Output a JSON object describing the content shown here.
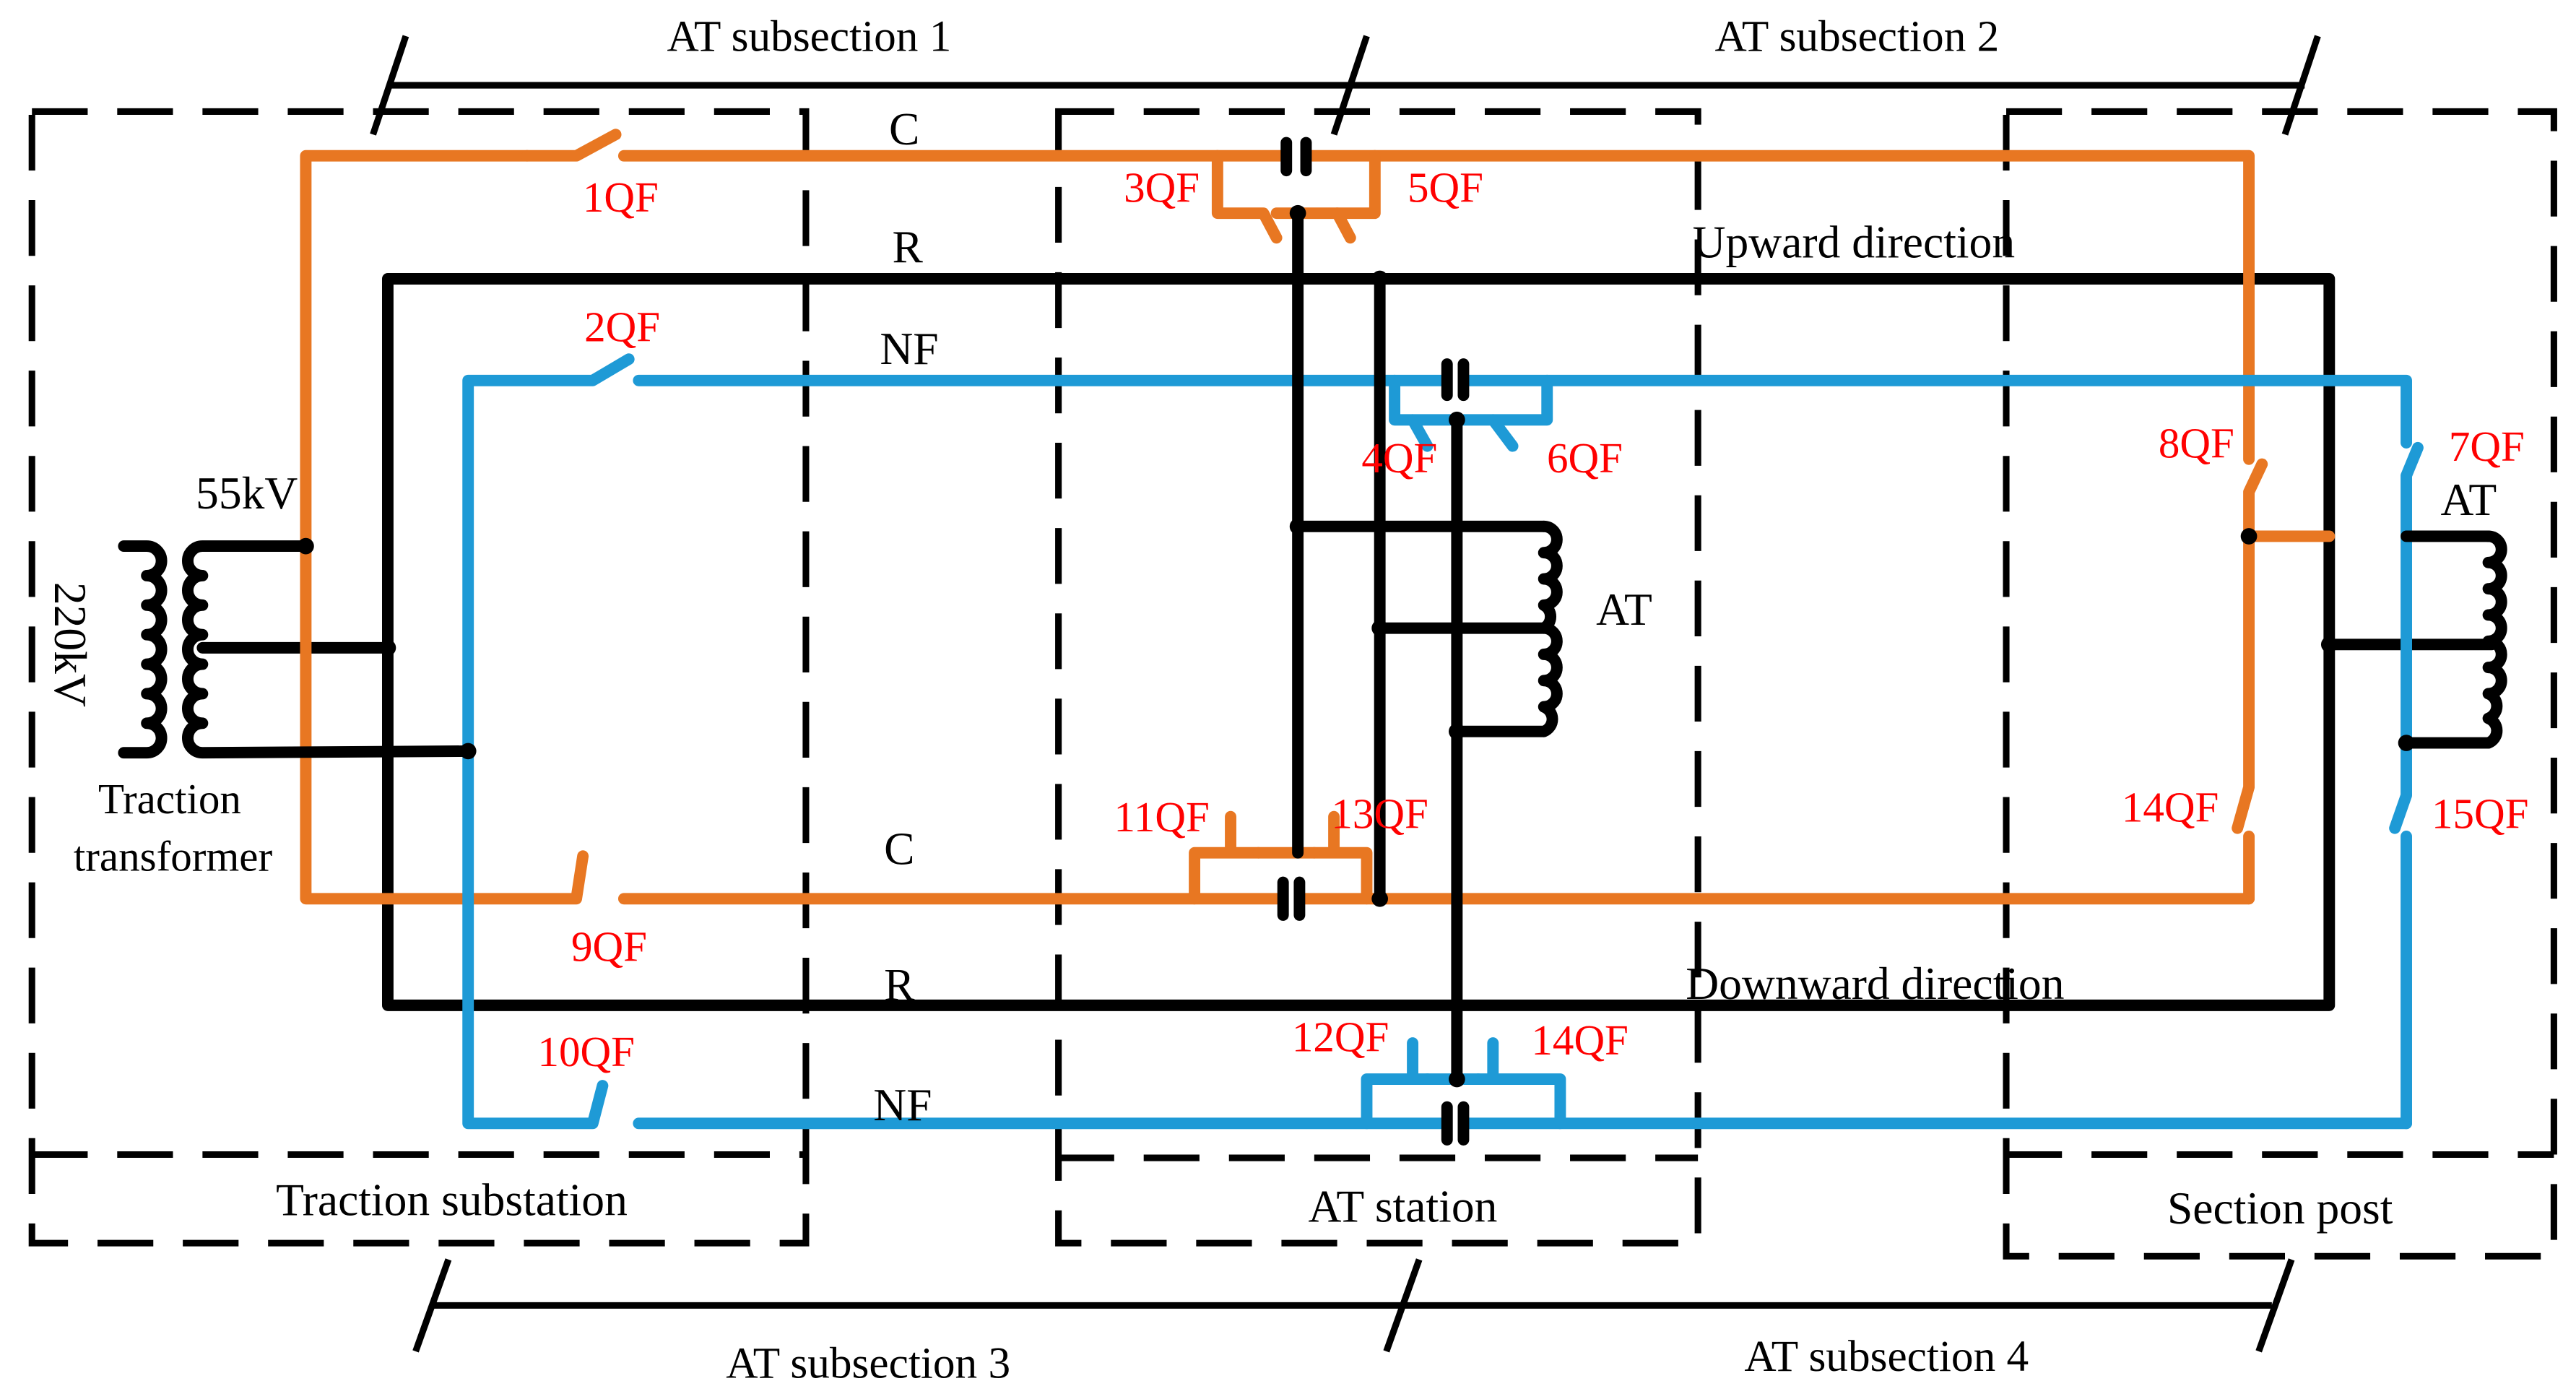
{
  "colors": {
    "feeder_c": "#e87722",
    "feeder_nf": "#1e9ad6",
    "rail": "#000000",
    "breaker_label": "#ff0000",
    "text": "#000000"
  },
  "subsections": {
    "top_left": "AT subsection 1",
    "top_right": "AT subsection 2",
    "bottom_left": "AT  subsection 3",
    "bottom_right": "AT  subsection 4"
  },
  "boxes": {
    "substation": "Traction substation",
    "at_station": "AT station",
    "section_post": "Section post"
  },
  "directions": {
    "up": "Upward direction",
    "down": "Downward direction"
  },
  "lines": {
    "up_c": "C",
    "up_r": "R",
    "up_nf": "NF",
    "down_c": "C",
    "down_r": "R",
    "down_nf": "NF"
  },
  "transformer": {
    "primary_voltage": "220kV",
    "secondary_voltage": "55kV",
    "name_line1": "Traction",
    "name_line2": "transformer"
  },
  "autotransformers": {
    "station": "AT",
    "post": "AT"
  },
  "breakers": {
    "b1": "1QF",
    "b2": "2QF",
    "b3": "3QF",
    "b4": "4QF",
    "b5": "5QF",
    "b6": "6QF",
    "b7": "7QF",
    "b8": "8QF",
    "b9": "9QF",
    "b10": "10QF",
    "b11": "11QF",
    "b12": "12QF",
    "b13": "13QF",
    "b14_up": "14QF",
    "b14_down": "14QF",
    "b15": "15QF"
  }
}
